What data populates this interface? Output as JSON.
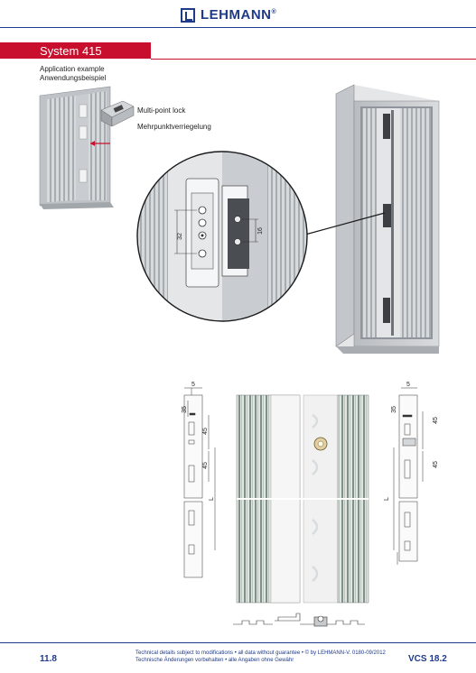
{
  "header": {
    "brand": "LEHMANN",
    "brand_mark": "®"
  },
  "section": {
    "title": "System 415",
    "app_example_en": "Application example",
    "app_example_de": "Anwendungsbeispiel",
    "lock_en": "Multi-point lock",
    "lock_de": "Mehrpunktverriegelung"
  },
  "detail_dims": {
    "d32": "32",
    "d16": "16"
  },
  "drawing_dims": {
    "left": {
      "d5": "5",
      "d35": "35",
      "d45a": "45",
      "d45b": "45",
      "L": "L"
    },
    "right": {
      "d5": "5",
      "d35": "35",
      "d45a": "45",
      "d45b": "45",
      "L": "L"
    }
  },
  "footer": {
    "page": "11.8",
    "line1": "Technical details subject to modifications • all data without guarantee • © by LEHMANN-V. 0180-09/2012",
    "line2": "Technische Änderungen vorbehalten • alle Angaben ohne Gewähr",
    "code": "VCS 18.2"
  },
  "colors": {
    "brand_blue": "#1f3a8a",
    "accent_red": "#c8102e"
  }
}
